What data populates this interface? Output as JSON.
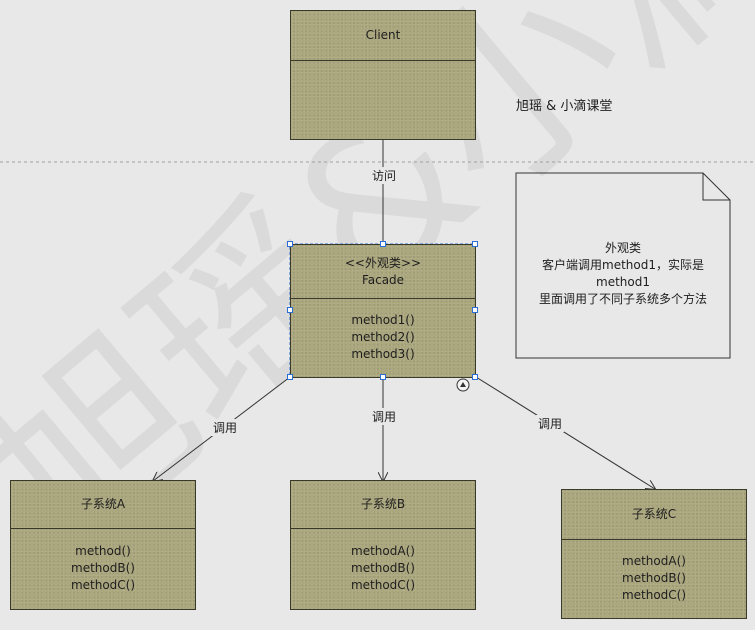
{
  "header_text": "旭瑶 & 小滴课堂",
  "watermark_text": "旭瑶&小滴",
  "client": {
    "name": "Client"
  },
  "facade": {
    "stereotype": "<<外观类>>",
    "name": "Facade",
    "methods": [
      "method1()",
      "method2()",
      "method3()"
    ]
  },
  "subsystems": [
    {
      "name": "子系统A",
      "methods": [
        "method()",
        "methodB()",
        "methodC()"
      ]
    },
    {
      "name": "子系统B",
      "methods": [
        "methodA()",
        "methodB()",
        "methodC()"
      ]
    },
    {
      "name": "子系统C",
      "methods": [
        "methodA()",
        "methodB()",
        "methodC()"
      ]
    }
  ],
  "edges": {
    "access_label": "访问",
    "call_label": "调用"
  },
  "note": {
    "lines": [
      "外观类",
      "客户端调用method1，实际是method1",
      "里面调用了不同子系统多个方法"
    ]
  },
  "colors": {
    "box_fill": "#a9a57c",
    "background": "#e8e8e8",
    "selection": "#2b6fd6"
  }
}
